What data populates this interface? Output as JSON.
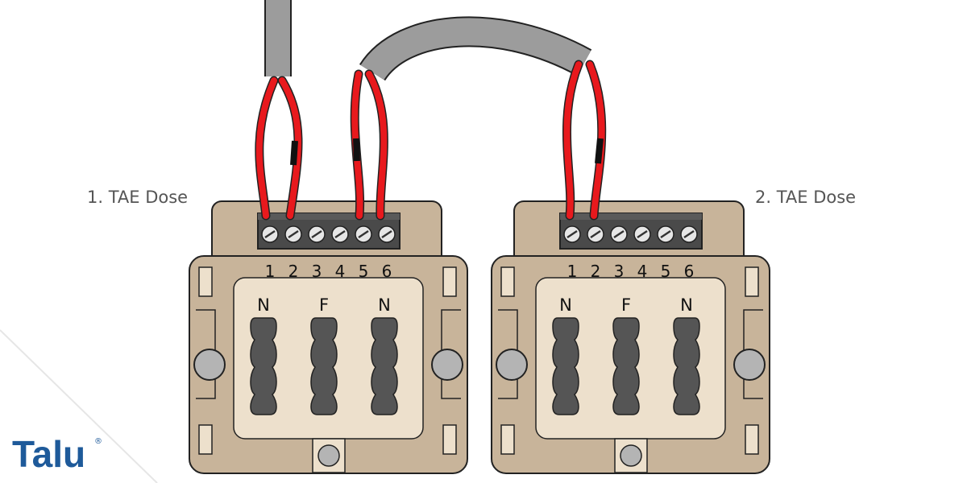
{
  "labels": {
    "box1": "1. TAE Dose",
    "box2": "2. TAE Dose"
  },
  "terminal_numbers": [
    "1",
    "2",
    "3",
    "4",
    "5",
    "6"
  ],
  "port_labels": [
    "N",
    "F",
    "N"
  ],
  "logo": {
    "text": "Talu",
    "mark": "®",
    "color": "#1e5a9a"
  },
  "colors": {
    "housing": "#c8b49a",
    "inner": "#ede0cc",
    "terminal_block": "#4a4a4a",
    "wire": "#e8191d",
    "cable": "#9c9c9c",
    "outline": "#222222"
  }
}
